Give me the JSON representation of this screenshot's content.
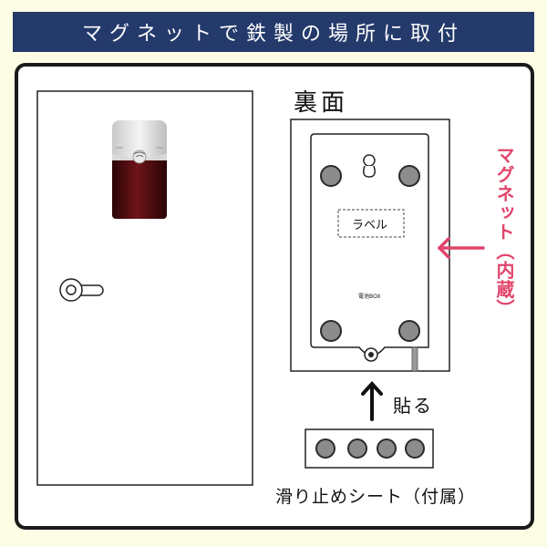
{
  "banner": {
    "text": "マグネットで鉄製の場所に取付"
  },
  "back_label": "裏面",
  "device": {
    "label_box": "ラベル",
    "battery_box": "電池BOX"
  },
  "magnet_label": "マグネット（内蔵）",
  "stick_label": "貼る",
  "sheet_caption": "滑り止めシート（付属）",
  "colors": {
    "banner_bg": "#243a6b",
    "accent_pink": "#e0456b",
    "background": "#fdfde6",
    "magnet_grey": "#8c8c8c",
    "device_red": "#5a0f12"
  },
  "icons": [
    "door",
    "door-handle",
    "chime-unit",
    "keyhole",
    "screw",
    "arrow-up",
    "arrow-left"
  ]
}
